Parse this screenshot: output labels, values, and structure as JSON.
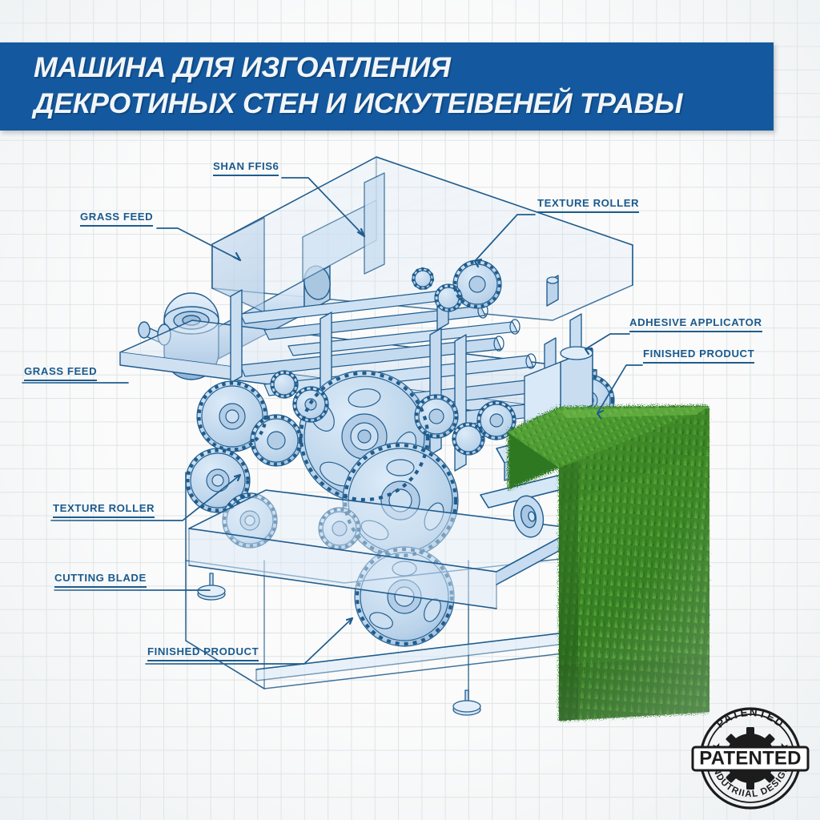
{
  "page": {
    "background_color": "#fbfbfb",
    "grid_color": "#e0e4e4",
    "blueprint_ink": "#1f5c8d",
    "accent_blue": "#14599f",
    "grass_green": "#3e8c2a"
  },
  "banner": {
    "title_line1": "МАШИНА ДЛЯ ИЗГОАТЛЕНИЯ",
    "title_line2": "ДЕКРОТИНЫХ СТЕН  И ИСКУТЕIВЕНЕЙ ТРАВЫ",
    "background_color": "#14599f",
    "text_color": "#f2f5f7"
  },
  "callouts": [
    {
      "id": "shan-ffis6",
      "label": "SHAN FFIS6"
    },
    {
      "id": "grass-feed-top",
      "label": "GRASS FEED"
    },
    {
      "id": "texture-roller-top",
      "label": "TEXTURE ROLLER"
    },
    {
      "id": "adhesive-applicator",
      "label": "ADHESIVE APPLICATOR"
    },
    {
      "id": "finished-product-right",
      "label": "FINISHED PRODUCT"
    },
    {
      "id": "grass-feed-left",
      "label": "GRASS FEED"
    },
    {
      "id": "texture-roller-left",
      "label": "TEXTURE ROLLER"
    },
    {
      "id": "cutting-blade",
      "label": "CUTTING BLADE"
    },
    {
      "id": "finished-product-bottom",
      "label": "FINISHED PRODUCT"
    }
  ],
  "stamp": {
    "arc_top": "PATENTED",
    "banner_text": "PATENTED",
    "arc_bottom": "INDUTRIIAL DESIGN",
    "ink_color": "#1c1c1c"
  },
  "illustration": {
    "subject": "isometric blueprint line drawing of an artificial grass / decorative wall panel manufacturing machine",
    "product_panel": "green artificial turf mat exiting the machine on the right"
  }
}
